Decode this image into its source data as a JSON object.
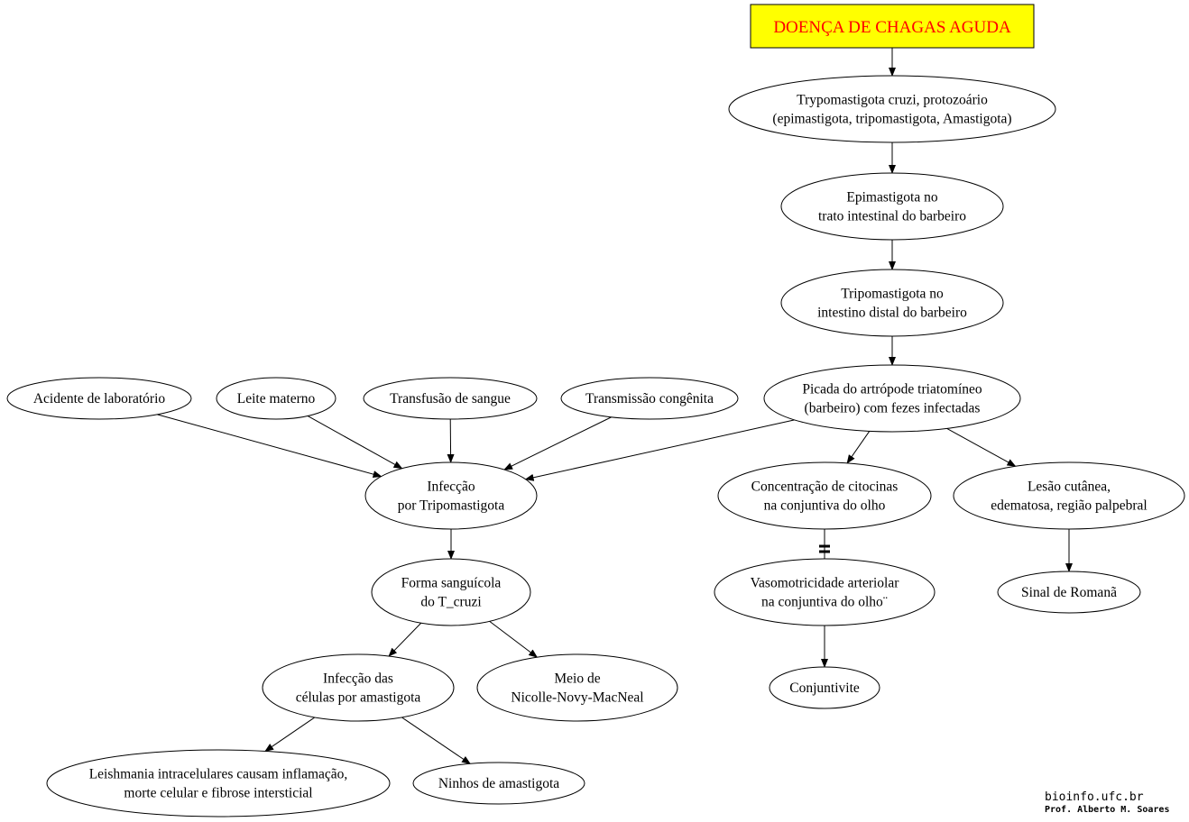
{
  "root": {
    "label": "DOENÇA DE CHAGAS AGUDA",
    "fill_color": "#ffff00",
    "text_color": "#ff0000"
  },
  "nodes": {
    "trypomastigota": [
      "Trypomastigota cruzi, protozoário",
      "(epimastigota, tripomastigota, Amastigota)"
    ],
    "epimastigota": [
      "Epimastigota no",
      "trato intestinal do barbeiro"
    ],
    "tripomastigota_intestino": [
      "Tripomastigota no",
      "intestino distal do barbeiro"
    ],
    "picada": [
      "Picada do artrópode triatomíneo",
      "(barbeiro) com fezes infectadas"
    ],
    "acidente": [
      "Acidente de laboratório"
    ],
    "leite": [
      "Leite materno"
    ],
    "transfusao": [
      "Transfusão de sangue"
    ],
    "congenita": [
      "Transmissão congênita"
    ],
    "infeccao_tripo": [
      "Infecção",
      "por Tripomastigota"
    ],
    "forma_sanguicola": [
      "Forma sanguícola",
      "do T_cruzi"
    ],
    "infeccao_celulas": [
      "Infecção das",
      "células por amastigota"
    ],
    "meio": [
      "Meio de",
      "Nicolle-Novy-MacNeal"
    ],
    "leishmania": [
      "Leishmania intracelulares causam inflamação,",
      "morte celular e fibrose intersticial"
    ],
    "ninhos": [
      "Ninhos de amastigota"
    ],
    "citocinas": [
      "Concentração de citocinas",
      "na conjuntiva do olho"
    ],
    "vasomotricidade": [
      "Vasomotricidade arteriolar",
      "na conjuntiva do olho¨"
    ],
    "conjuntivite": [
      "Conjuntivite"
    ],
    "lesao": [
      "Lesão cutânea,",
      "edematosa, região palpebral"
    ],
    "romana": [
      "Sinal de Romanã"
    ]
  },
  "edges": [
    [
      "root",
      "trypomastigota",
      "arrow"
    ],
    [
      "trypomastigota",
      "epimastigota",
      "arrow"
    ],
    [
      "epimastigota",
      "tripomastigota_intestino",
      "arrow"
    ],
    [
      "tripomastigota_intestino",
      "picada",
      "arrow"
    ],
    [
      "acidente",
      "infeccao_tripo",
      "arrow"
    ],
    [
      "leite",
      "infeccao_tripo",
      "arrow"
    ],
    [
      "transfusao",
      "infeccao_tripo",
      "arrow"
    ],
    [
      "congenita",
      "infeccao_tripo",
      "arrow"
    ],
    [
      "picada",
      "infeccao_tripo",
      "arrow"
    ],
    [
      "picada",
      "citocinas",
      "arrow"
    ],
    [
      "picada",
      "lesao",
      "arrow"
    ],
    [
      "infeccao_tripo",
      "forma_sanguicola",
      "arrow"
    ],
    [
      "forma_sanguicola",
      "infeccao_celulas",
      "arrow"
    ],
    [
      "forma_sanguicola",
      "meio",
      "arrow"
    ],
    [
      "infeccao_celulas",
      "leishmania",
      "arrow"
    ],
    [
      "infeccao_celulas",
      "ninhos",
      "arrow"
    ],
    [
      "citocinas",
      "vasomotricidade",
      "tee"
    ],
    [
      "vasomotricidade",
      "conjuntivite",
      "arrow"
    ],
    [
      "lesao",
      "romana",
      "arrow"
    ]
  ],
  "credits": {
    "site": "bioinfo.ufc.br",
    "author": "Prof. Alberto M. Soares"
  }
}
